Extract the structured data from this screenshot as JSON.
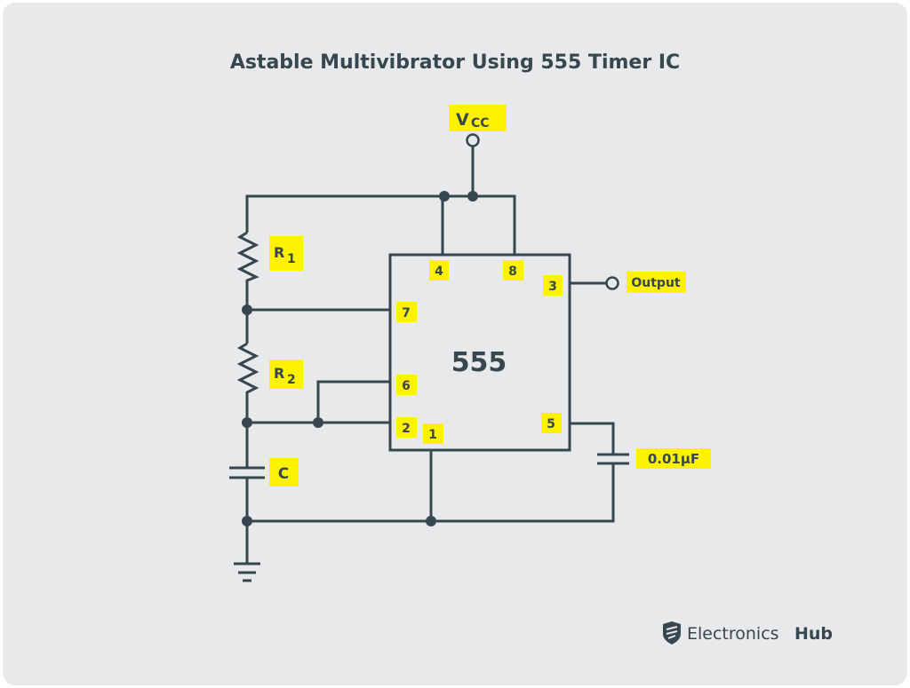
{
  "title": "Astable Multivibrator Using 555 Timer IC",
  "vcc": {
    "main": "V",
    "sub": "CC"
  },
  "ic_label": "555",
  "pins": {
    "p1": "1",
    "p2": "2",
    "p3": "3",
    "p4": "4",
    "p5": "5",
    "p6": "6",
    "p7": "7",
    "p8": "8"
  },
  "r1": {
    "main": "R",
    "sub": "1"
  },
  "r2": {
    "main": "R",
    "sub": "2"
  },
  "c": "C",
  "cap_value": "0.01μF",
  "output": "Output",
  "logo": {
    "light": "Electronics",
    "bold": "Hub"
  },
  "colors": {
    "bg": "#e8e9eb",
    "wire": "#37474f",
    "label": "#fff200"
  }
}
